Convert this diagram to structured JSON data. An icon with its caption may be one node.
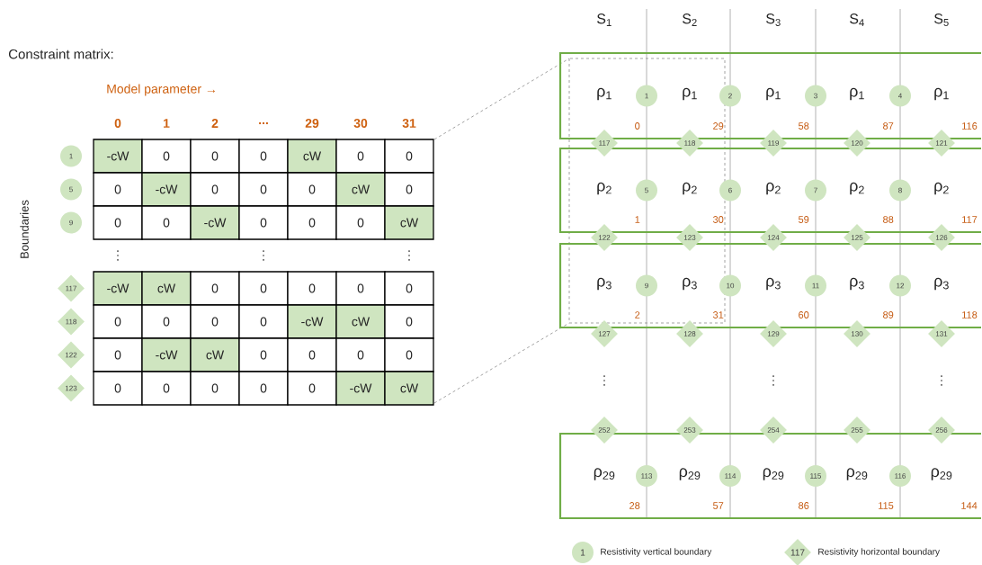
{
  "diagram": {
    "nodes": [
      {
        "text": [
          "1"
        ]
      },
      {
        "text": [
          "5"
        ]
      },
      {
        "text": [
          "9"
        ]
      },
      {
        "text": [
          "117"
        ]
      },
      {
        "text": [
          "118"
        ]
      },
      {
        "text": [
          "122"
        ]
      },
      {
        "text": [
          "123"
        ]
      },
      {
        "text": [
          "ρ$_{1}$",
          "0",
          "ρ$_{1}$",
          "29",
          "ρ$_{1}$",
          "58",
          "ρ$_{1}$",
          "87",
          "ρ$_{1}$",
          "116"
        ]
      },
      {
        "text": [
          "1"
        ],
        "in": 7
      },
      {
        "text": [
          "2"
        ],
        "in": 7
      },
      {
        "text": [
          "3"
        ],
        "in": 7
      },
      {
        "text": [
          "4"
        ],
        "in": 7
      },
      {
        "text": [
          "117"
        ]
      },
      {
        "text": [
          "118"
        ]
      },
      {
        "text": [
          "119"
        ]
      },
      {
        "text": [
          "120"
        ]
      },
      {
        "text": [
          "121"
        ]
      },
      {
        "text": [
          "ρ$_{2}$",
          "1",
          "ρ$_{2}$",
          "30",
          "ρ$_{2}$",
          "59",
          "ρ$_{2}$",
          "88",
          "ρ$_{2}$",
          "117"
        ]
      },
      {
        "text": [
          "5"
        ],
        "in": 17
      },
      {
        "text": [
          "6"
        ],
        "in": 17
      },
      {
        "text": [
          "7"
        ],
        "in": 17
      },
      {
        "text": [
          "8"
        ],
        "in": 17
      },
      {
        "text": [
          "122"
        ]
      },
      {
        "text": [
          "123"
        ]
      },
      {
        "text": [
          "124"
        ]
      },
      {
        "text": [
          "125"
        ]
      },
      {
        "text": [
          "126"
        ]
      },
      {
        "text": [
          "ρ$_{3}$",
          "2",
          "ρ$_{3}$",
          "31",
          "ρ$_{3}$",
          "60",
          "ρ$_{3}$",
          "89",
          "ρ$_{3}$",
          "118"
        ]
      },
      {
        "text": [
          "9"
        ],
        "in": 27
      },
      {
        "text": [
          "10"
        ],
        "in": 27
      },
      {
        "text": [
          "11"
        ],
        "in": 27
      },
      {
        "text": [
          "12"
        ],
        "in": 27
      },
      {
        "text": [
          "127"
        ]
      },
      {
        "text": [
          "128"
        ]
      },
      {
        "text": [
          "129"
        ]
      },
      {
        "text": [
          "130"
        ]
      },
      {
        "text": [
          "131"
        ]
      },
      {
        "text": [
          "252"
        ]
      },
      {
        "text": [
          "253"
        ]
      },
      {
        "text": [
          "254"
        ]
      },
      {
        "text": [
          "255"
        ]
      },
      {
        "text": [
          "256"
        ]
      },
      {
        "text": [
          "ρ$_{29}$",
          "28",
          "ρ$_{29}$",
          "57",
          "ρ$_{29}$",
          "86",
          "ρ$_{29}$",
          "115",
          "ρ$_{29}$",
          "144"
        ]
      },
      {
        "text": [
          "113"
        ],
        "in": 42
      },
      {
        "text": [
          "114"
        ],
        "in": 42
      },
      {
        "text": [
          "115"
        ],
        "in": 42
      },
      {
        "text": [
          "116"
        ],
        "in": 42
      },
      {
        "text": [
          "1"
        ]
      },
      {
        "text": [
          "117"
        ]
      }
    ],
    "labels": [
      "Constraint matrix:",
      "Model parameter →",
      "0",
      "1",
      "2",
      "...",
      "29",
      "30",
      "31",
      "Boundaries",
      "-cW",
      "0",
      "0",
      "0",
      "cW",
      "0",
      "0",
      "0",
      "-cW",
      "0",
      "0",
      "0",
      "cW",
      "0",
      "0",
      "0",
      "-cW",
      "0",
      "0",
      "0",
      "cW",
      "⋮",
      "⋮",
      "⋮",
      "-cW",
      "cW",
      "0",
      "0",
      "0",
      "0",
      "0",
      "0",
      "0",
      "0",
      "0",
      "-cW",
      "cW",
      "0",
      "0",
      "-cW",
      "cW",
      "0",
      "0",
      "0",
      "0",
      "0",
      "0",
      "0",
      "0",
      "0",
      "-cW",
      "cW",
      "S$_{1}$",
      "S$_{2}$",
      "S$_{3}$",
      "S$_{4}$",
      "S$_{5}$",
      "⋮",
      "⋮",
      "⋮"
    ],
    "legend": [
      {
        "text": "Resistivity vertical boundary"
      },
      {
        "text": "Resistivity horizontal boundary"
      }
    ]
  }
}
